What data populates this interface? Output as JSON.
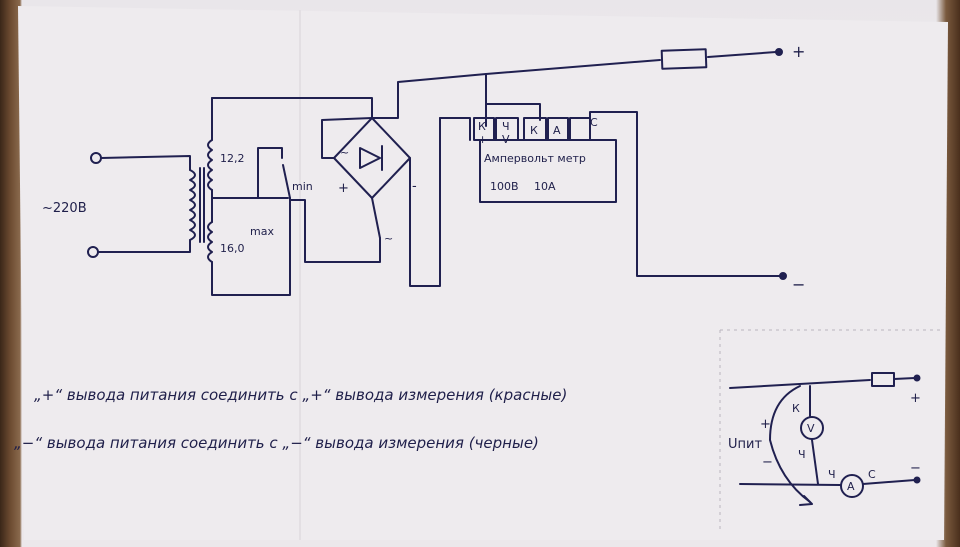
{
  "diagram": {
    "terminals": {
      "plus": "+",
      "minus": "−"
    },
    "input_label": "~220В",
    "transformer": {
      "tap_upper": "12,2",
      "tap_lower": "16,0"
    },
    "switch": {
      "min_label": "min",
      "max_label": "max"
    },
    "bridge": {
      "ac_top": "~",
      "ac_bottom": "~",
      "dc_plus": "+",
      "dc_minus": "-"
    },
    "meter": {
      "title": "Ампервольт метр",
      "range_voltage": "100В",
      "range_current": "10А",
      "term_k1": "К",
      "term_plus": "+",
      "term_ch1": "Ч",
      "term_v": "V",
      "term_k2": "К",
      "term_a": "А",
      "term_c": "С"
    },
    "notes": {
      "line1": "„+“ вывода питания соединить с „+“ вывода измерения (красные)",
      "line2": "„−“ вывода питания соединить с „−“ вывода измерения (черные)"
    },
    "inset": {
      "u_label": "Uпит",
      "plus": "+",
      "minus": "−",
      "k_label": "К",
      "ch_label_left": "Ч",
      "ch_label_right": "Ч",
      "c_label": "С",
      "voltmeter": "V",
      "ammeter": "A",
      "out_plus": "+",
      "out_minus": "−"
    }
  }
}
